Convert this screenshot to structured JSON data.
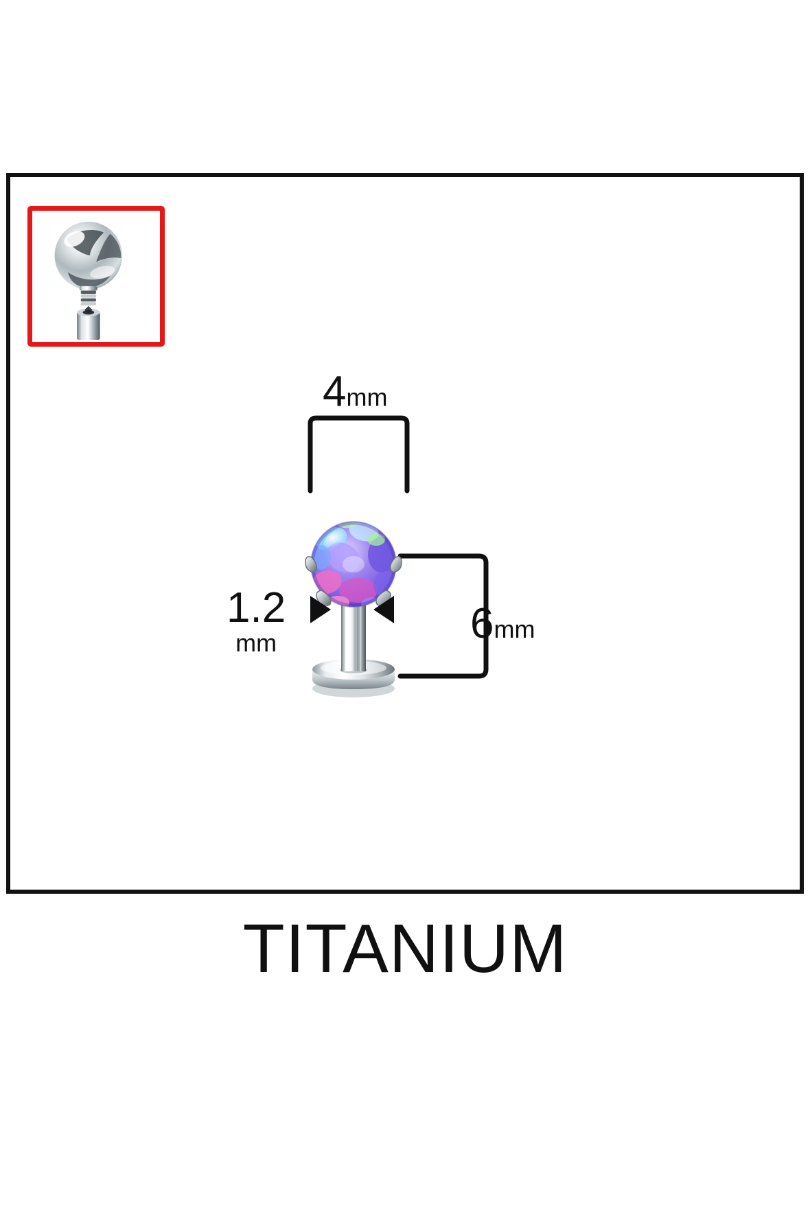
{
  "product": {
    "material_caption": "TITANIUM",
    "frame_border_color": "#111111",
    "background_color": "#ffffff"
  },
  "inset": {
    "name": "replacement-ball-thumbnail",
    "border_color": "#e61717",
    "description_icon": "chrome-ball-icon"
  },
  "dimensions": {
    "top": {
      "value": "4",
      "unit": "mm",
      "name": "gem-diameter"
    },
    "gauge": {
      "value": "1.2",
      "unit": "mm",
      "name": "bar-thickness"
    },
    "length": {
      "value": "6",
      "unit": "mm",
      "name": "bar-length"
    }
  },
  "colors": {
    "opal_violet": "#8f74e8",
    "opal_pink": "#e86fc4",
    "opal_cyan": "#6fe3e0",
    "opal_green": "#a9e77f",
    "steel_light": "#f2f4f5",
    "steel_mid": "#9aa4ab",
    "steel_dark": "#4d565c",
    "line_black": "#101010",
    "accent_red": "#e61717"
  }
}
